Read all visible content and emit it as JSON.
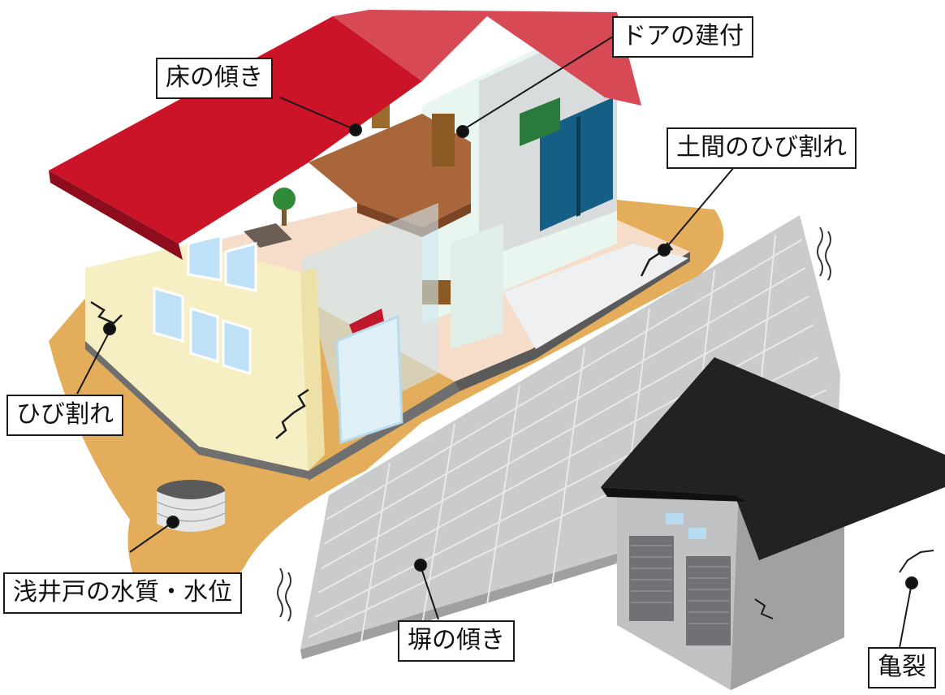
{
  "colors": {
    "roof_red": "#cc1429",
    "ground": "#e3ad5b",
    "wall_cream": "#f7efc4",
    "fence": "#c9cbcc",
    "shed_roof": "#222222"
  },
  "callouts": {
    "floor_tilt": "床の傾き",
    "door_fitting": "ドアの建付",
    "earth_floor_crack": "土間のひび割れ",
    "wall_crack": "ひび割れ",
    "well_quality": "浅井戸の水質・水位",
    "fence_tilt": "塀の傾き",
    "shed_crack": "亀裂"
  }
}
